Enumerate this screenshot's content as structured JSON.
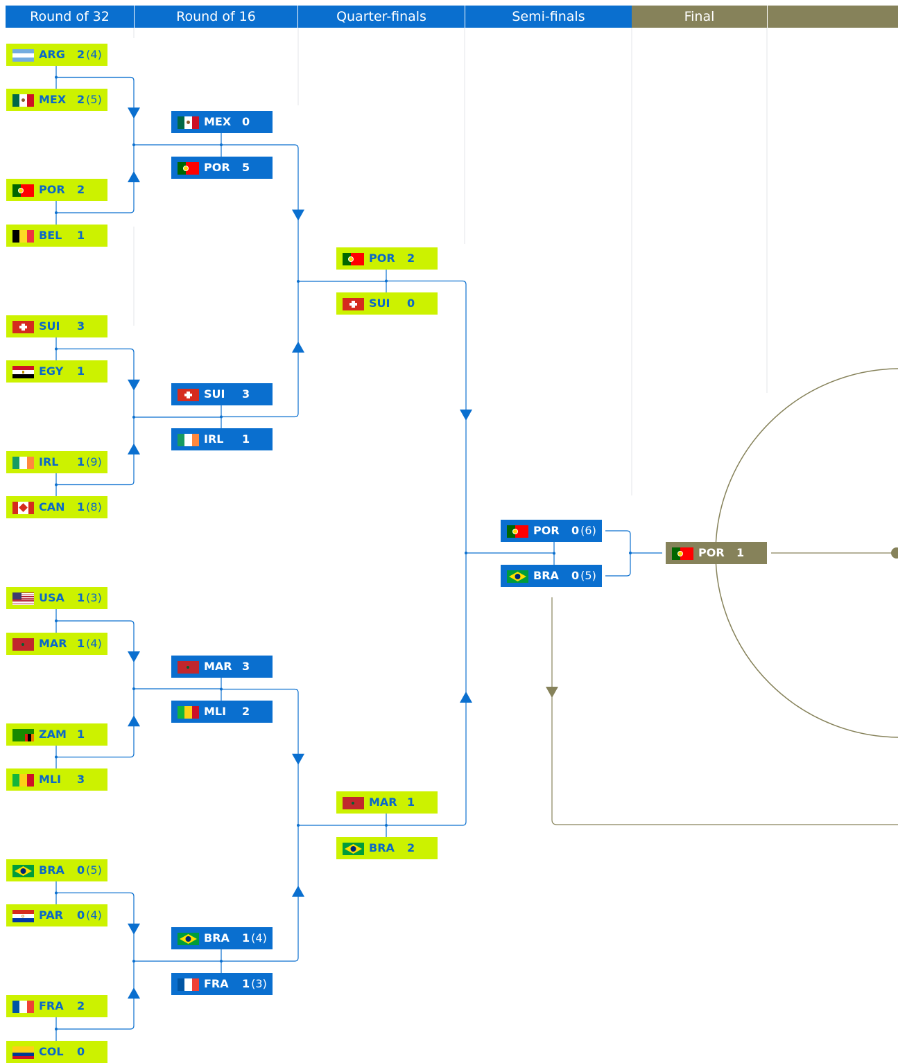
{
  "rounds": [
    {
      "label": "Round of 32"
    },
    {
      "label": "Round of 16"
    },
    {
      "label": "Quarter-finals"
    },
    {
      "label": "Semi-finals"
    },
    {
      "label": "Final"
    }
  ],
  "colors": {
    "bracket_blue": "#0a6fcf",
    "team_yellow": "#ccf200",
    "text_blue": "#0a68c8",
    "final_olive": "#86825a"
  },
  "round_of_32": [
    {
      "code": "ARG",
      "score": "2",
      "pens": "(4)",
      "flag_icon": "argentina-flag-icon"
    },
    {
      "code": "MEX",
      "score": "2",
      "pens": "(5)",
      "flag_icon": "mexico-flag-icon"
    },
    {
      "code": "POR",
      "score": "2",
      "pens": "",
      "flag_icon": "portugal-flag-icon"
    },
    {
      "code": "BEL",
      "score": "1",
      "pens": "",
      "flag_icon": "belgium-flag-icon"
    },
    {
      "code": "SUI",
      "score": "3",
      "pens": "",
      "flag_icon": "switzerland-flag-icon"
    },
    {
      "code": "EGY",
      "score": "1",
      "pens": "",
      "flag_icon": "egypt-flag-icon"
    },
    {
      "code": "IRL",
      "score": "1",
      "pens": "(9)",
      "flag_icon": "ireland-flag-icon"
    },
    {
      "code": "CAN",
      "score": "1",
      "pens": "(8)",
      "flag_icon": "canada-flag-icon"
    },
    {
      "code": "USA",
      "score": "1",
      "pens": "(3)",
      "flag_icon": "usa-flag-icon"
    },
    {
      "code": "MAR",
      "score": "1",
      "pens": "(4)",
      "flag_icon": "morocco-flag-icon"
    },
    {
      "code": "ZAM",
      "score": "1",
      "pens": "",
      "flag_icon": "zambia-flag-icon"
    },
    {
      "code": "MLI",
      "score": "3",
      "pens": "",
      "flag_icon": "mali-flag-icon"
    },
    {
      "code": "BRA",
      "score": "0",
      "pens": "(5)",
      "flag_icon": "brazil-flag-icon"
    },
    {
      "code": "PAR",
      "score": "0",
      "pens": "(4)",
      "flag_icon": "paraguay-flag-icon"
    },
    {
      "code": "FRA",
      "score": "2",
      "pens": "",
      "flag_icon": "france-flag-icon"
    },
    {
      "code": "COL",
      "score": "0",
      "pens": "",
      "flag_icon": "colombia-flag-icon"
    }
  ],
  "round_of_16": [
    {
      "code": "MEX",
      "score": "0",
      "pens": "",
      "flag_icon": "mexico-flag-icon"
    },
    {
      "code": "POR",
      "score": "5",
      "pens": "",
      "flag_icon": "portugal-flag-icon"
    },
    {
      "code": "SUI",
      "score": "3",
      "pens": "",
      "flag_icon": "switzerland-flag-icon"
    },
    {
      "code": "IRL",
      "score": "1",
      "pens": "",
      "flag_icon": "ireland-flag-icon"
    },
    {
      "code": "MAR",
      "score": "3",
      "pens": "",
      "flag_icon": "morocco-flag-icon"
    },
    {
      "code": "MLI",
      "score": "2",
      "pens": "",
      "flag_icon": "mali-flag-icon"
    },
    {
      "code": "BRA",
      "score": "1",
      "pens": "(4)",
      "flag_icon": "brazil-flag-icon"
    },
    {
      "code": "FRA",
      "score": "1",
      "pens": "(3)",
      "flag_icon": "france-flag-icon"
    }
  ],
  "quarter_finals": [
    {
      "code": "POR",
      "score": "2",
      "pens": "",
      "flag_icon": "portugal-flag-icon"
    },
    {
      "code": "SUI",
      "score": "0",
      "pens": "",
      "flag_icon": "switzerland-flag-icon"
    },
    {
      "code": "MAR",
      "score": "1",
      "pens": "",
      "flag_icon": "morocco-flag-icon"
    },
    {
      "code": "BRA",
      "score": "2",
      "pens": "",
      "flag_icon": "brazil-flag-icon"
    }
  ],
  "semi_finals": [
    {
      "code": "POR",
      "score": "0",
      "pens": "(6)",
      "flag_icon": "portugal-flag-icon"
    },
    {
      "code": "BRA",
      "score": "0",
      "pens": "(5)",
      "flag_icon": "brazil-flag-icon"
    }
  ],
  "final": [
    {
      "code": "POR",
      "score": "1",
      "pens": "",
      "flag_icon": "portugal-flag-icon"
    }
  ]
}
